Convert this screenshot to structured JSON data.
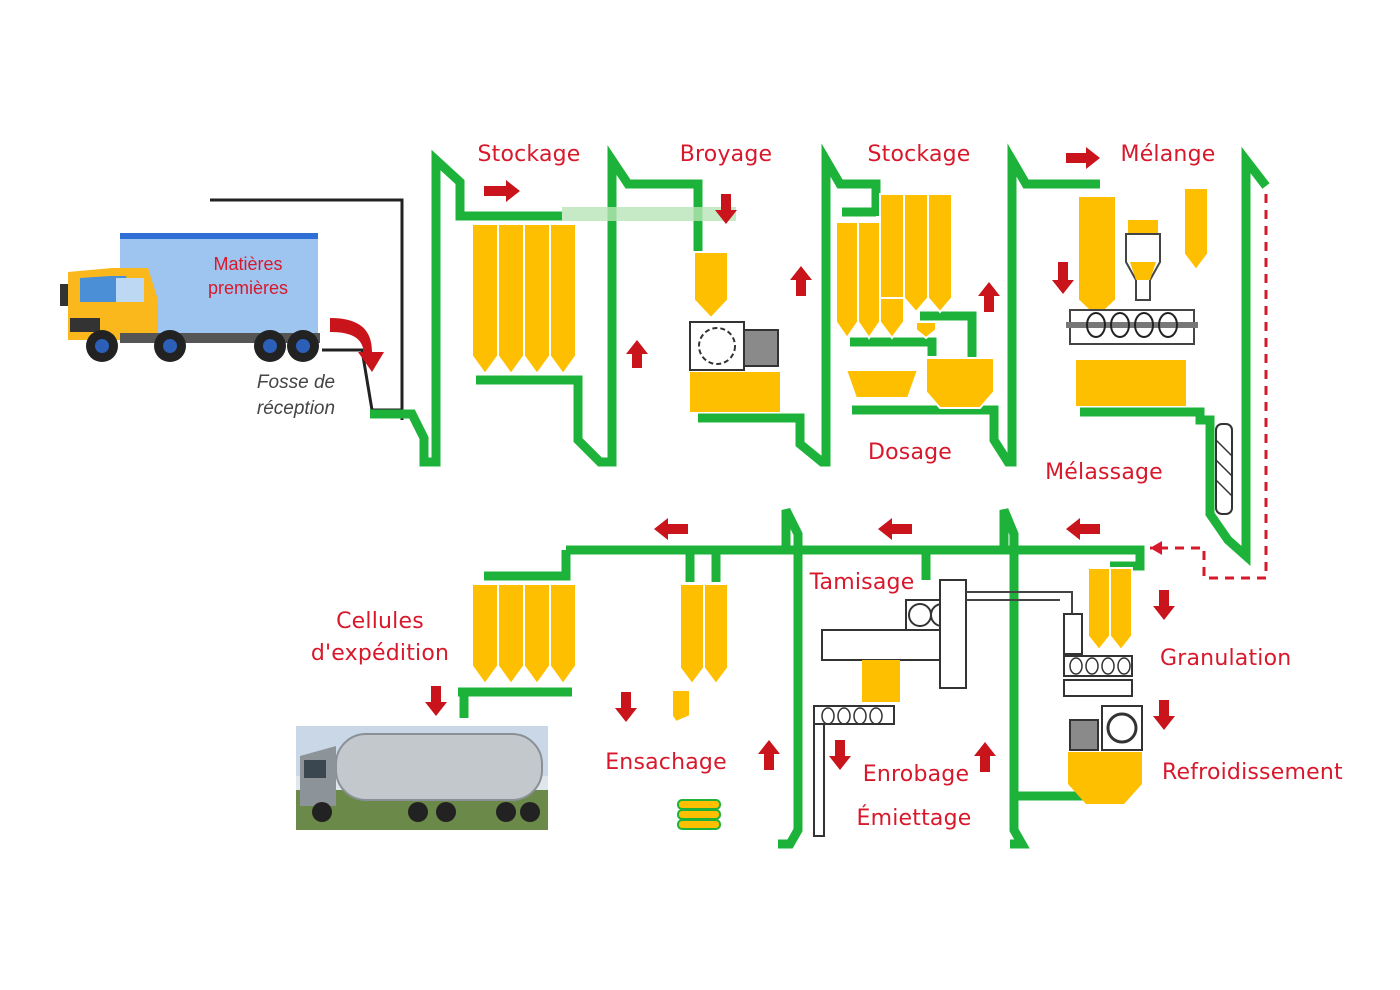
{
  "colors": {
    "pipe": "#1db33a",
    "silo": "#fdbf00",
    "silo_edge": "#ffffff",
    "arrow": "#c9141c",
    "label": "#d8182b",
    "dashed": "#d8182b"
  },
  "truck": {
    "cargo_line1": "Matières",
    "cargo_line2": "premières"
  },
  "reception": {
    "line1": "Fosse de",
    "line2": "réception"
  },
  "steps": {
    "stockage_1": "Stockage",
    "broyage": "Broyage",
    "stockage_2": "Stockage",
    "melange": "Mélange",
    "dosage": "Dosage",
    "melassage": "Mélassage",
    "granulation": "Granulation",
    "refroidissement": "Refroidissement",
    "tamisage": "Tamisage",
    "enrobage": "Enrobage",
    "emiettage": "Émiettage",
    "ensachage": "Ensachage",
    "cellules_line1": "Cellules",
    "cellules_line2": "d'expédition"
  }
}
